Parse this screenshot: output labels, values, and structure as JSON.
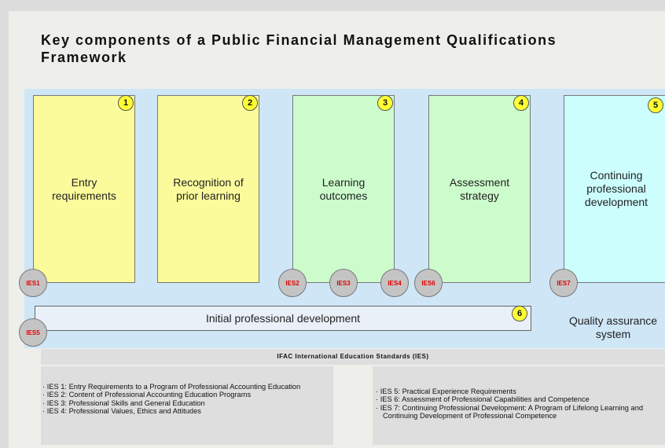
{
  "title": "Key components of a Public Financial Management Qualifications Framework",
  "components": [
    {
      "num": "1",
      "label": "Entry requirements"
    },
    {
      "num": "2",
      "label": "Recognition of prior learning"
    },
    {
      "num": "3",
      "label": "Learning outcomes"
    },
    {
      "num": "4",
      "label": "Assessment strategy"
    },
    {
      "num": "5",
      "label": "Continuing professional development"
    }
  ],
  "ipd": {
    "num": "6",
    "label": "Initial professional development"
  },
  "qa_label": "Quality assurance system",
  "ies_badges": [
    "IES1",
    "IES2",
    "IES3",
    "IES4",
    "IES6",
    "IES7",
    "IES5"
  ],
  "ies_header": "IFAC International Education Standards (IES)",
  "ies_left": [
    "IES 1: Entry Requirements to a Program of Professional Accounting Education",
    "IES 2: Content of Professional Accounting Education Programs",
    "IES 3: Professional Skills and General Education",
    "IES 4: Professional Values, Ethics and Attitudes"
  ],
  "ies_right": [
    "IES 5: Practical Experience Requirements",
    "IES 6: Assessment of Professional Capabilities and Competence",
    "IES 7: Continuing Professional Development: A Program of Lifelong Learning and Continuing Development of Professional Competence"
  ],
  "colors": {
    "yellow": "#fbfb9c",
    "green": "#ccfccc",
    "cyan": "#ccfefe",
    "band": "#cfe6f7",
    "number_badge": "#ffff33",
    "ies_text": "#e00000"
  }
}
